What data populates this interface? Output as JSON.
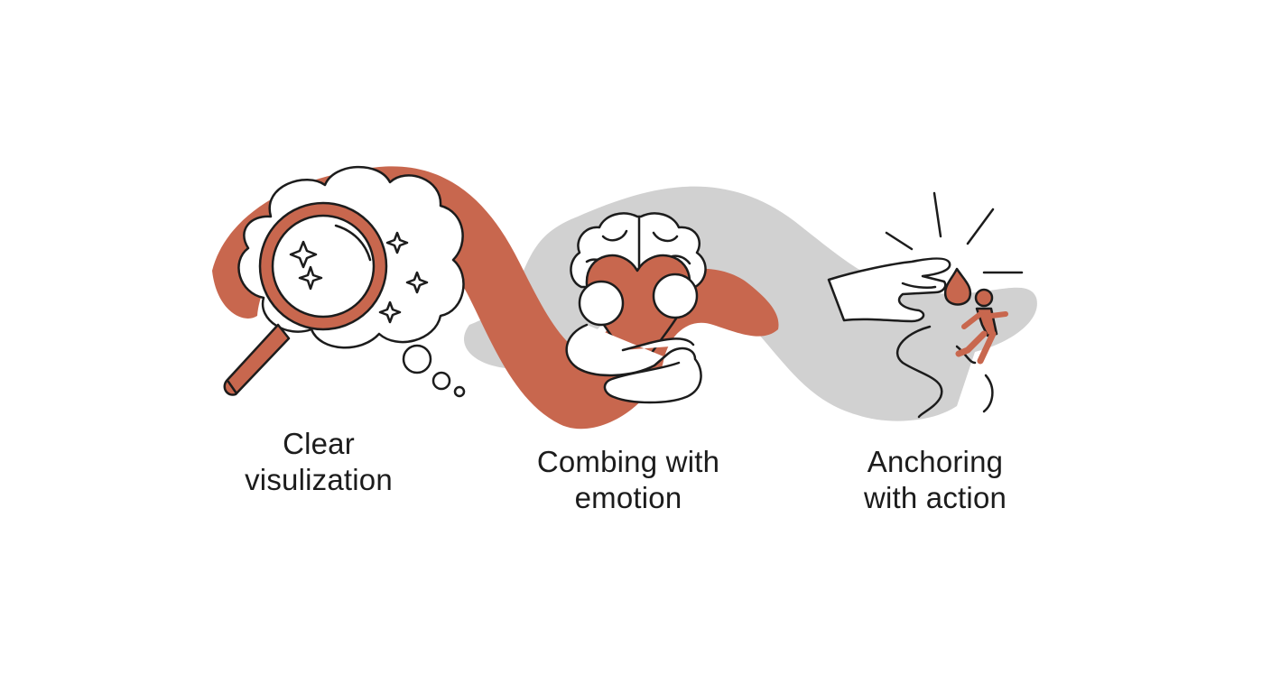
{
  "steps": [
    {
      "line1": "Clear",
      "line2": "visulization",
      "icon": "magnifier-thought-cloud-icon"
    },
    {
      "line1": "Combing with",
      "line2": "emotion",
      "icon": "brain-heart-hug-icon"
    },
    {
      "line1": "Anchoring",
      "line2": "with action",
      "icon": "hand-drop-runner-icon"
    }
  ],
  "colors": {
    "terracotta": "#C8674E",
    "grey_ribbon": "#D1D1D1",
    "ink": "#1C1C1C",
    "background": "#FFFFFF"
  }
}
